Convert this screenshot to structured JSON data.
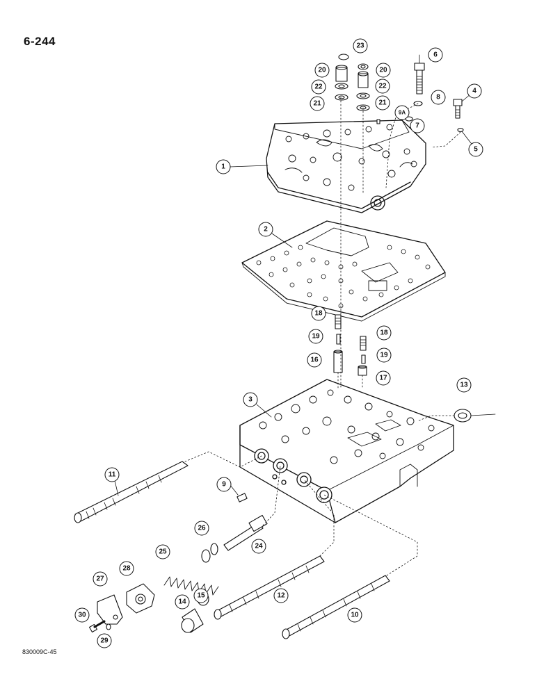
{
  "page": {
    "page_number": "6-244",
    "figure_code": "830009C-45"
  },
  "callouts": [
    {
      "id": "1",
      "label": "1"
    },
    {
      "id": "2",
      "label": "2"
    },
    {
      "id": "3",
      "label": "3"
    },
    {
      "id": "4",
      "label": "4"
    },
    {
      "id": "5",
      "label": "5"
    },
    {
      "id": "6",
      "label": "6"
    },
    {
      "id": "7",
      "label": "7"
    },
    {
      "id": "8",
      "label": "8"
    },
    {
      "id": "9a",
      "label": "9A"
    },
    {
      "id": "9",
      "label": "9"
    },
    {
      "id": "10",
      "label": "10"
    },
    {
      "id": "11",
      "label": "11"
    },
    {
      "id": "12",
      "label": "12"
    },
    {
      "id": "13",
      "label": "13"
    },
    {
      "id": "14",
      "label": "14"
    },
    {
      "id": "15",
      "label": "15"
    },
    {
      "id": "16",
      "label": "16"
    },
    {
      "id": "17",
      "label": "17"
    },
    {
      "id": "18a",
      "label": "18"
    },
    {
      "id": "18b",
      "label": "18"
    },
    {
      "id": "19a",
      "label": "19"
    },
    {
      "id": "19b",
      "label": "19"
    },
    {
      "id": "20a",
      "label": "20"
    },
    {
      "id": "20b",
      "label": "20"
    },
    {
      "id": "21a",
      "label": "21"
    },
    {
      "id": "21b",
      "label": "21"
    },
    {
      "id": "22a",
      "label": "22"
    },
    {
      "id": "22b",
      "label": "22"
    },
    {
      "id": "23",
      "label": "23"
    },
    {
      "id": "24",
      "label": "24"
    },
    {
      "id": "25",
      "label": "25"
    },
    {
      "id": "26",
      "label": "26"
    },
    {
      "id": "27",
      "label": "27"
    },
    {
      "id": "28",
      "label": "28"
    },
    {
      "id": "29",
      "label": "29"
    },
    {
      "id": "30",
      "label": "30"
    }
  ]
}
